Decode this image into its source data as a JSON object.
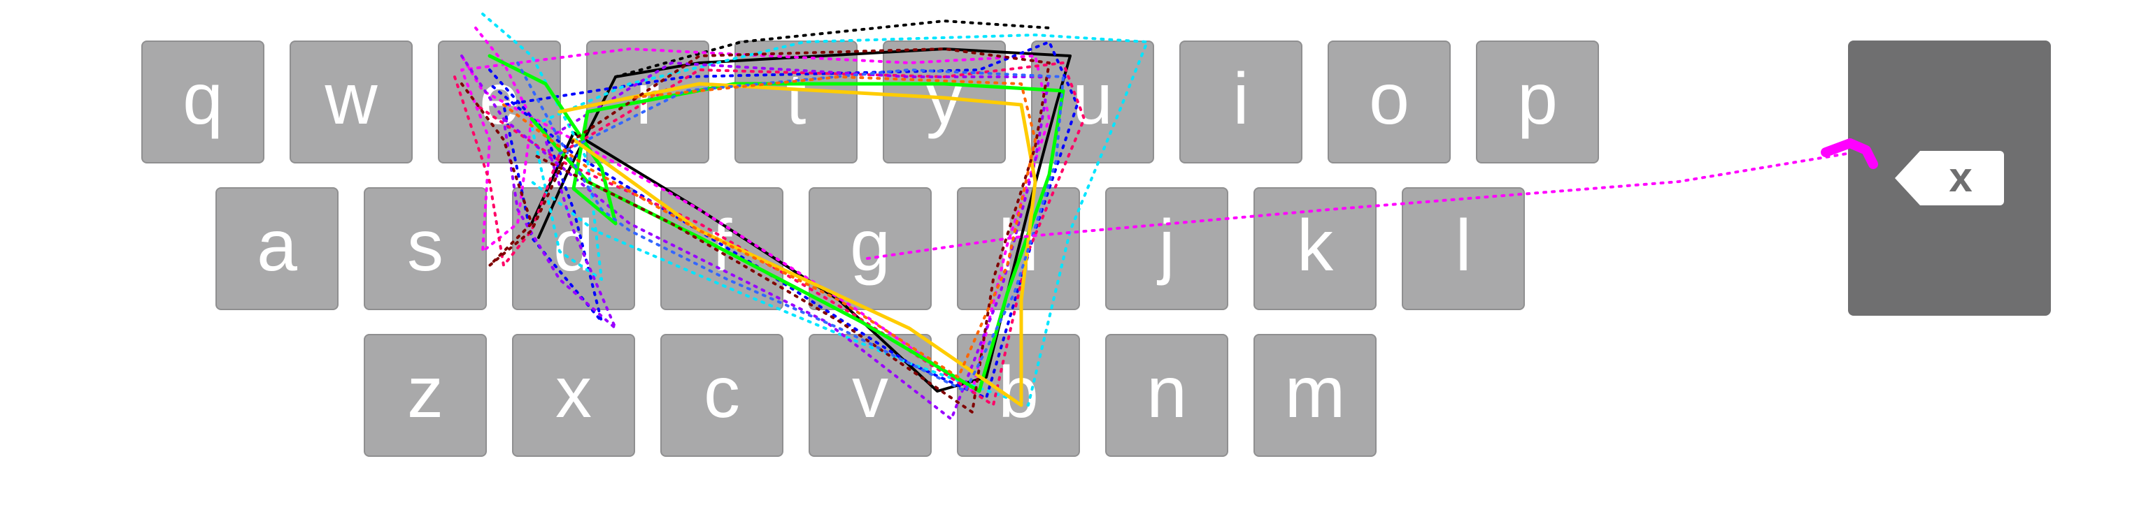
{
  "keyboard": {
    "row1": [
      "q",
      "w",
      "e",
      "r",
      "t",
      "y",
      "u",
      "i",
      "o",
      "p"
    ],
    "row2": [
      "a",
      "s",
      "d",
      "f",
      "g",
      "h",
      "j",
      "k",
      "l"
    ],
    "row3": [
      "z",
      "x",
      "c",
      "v",
      "b",
      "n",
      "m"
    ]
  },
  "backspace": {
    "icon": "backspace-icon",
    "glyph": "x"
  },
  "colors": {
    "key_bg": "#a9a9aa",
    "key_text": "#ffffff",
    "backspace_bg": "#6f6f70",
    "trace_colors": [
      "#000000",
      "#ff00ff",
      "#0000ff",
      "#00e5ff",
      "#ff0066",
      "#9900ff",
      "#00ff00",
      "#ffcc00",
      "#800000",
      "#3366ff",
      "#ff6600"
    ]
  }
}
